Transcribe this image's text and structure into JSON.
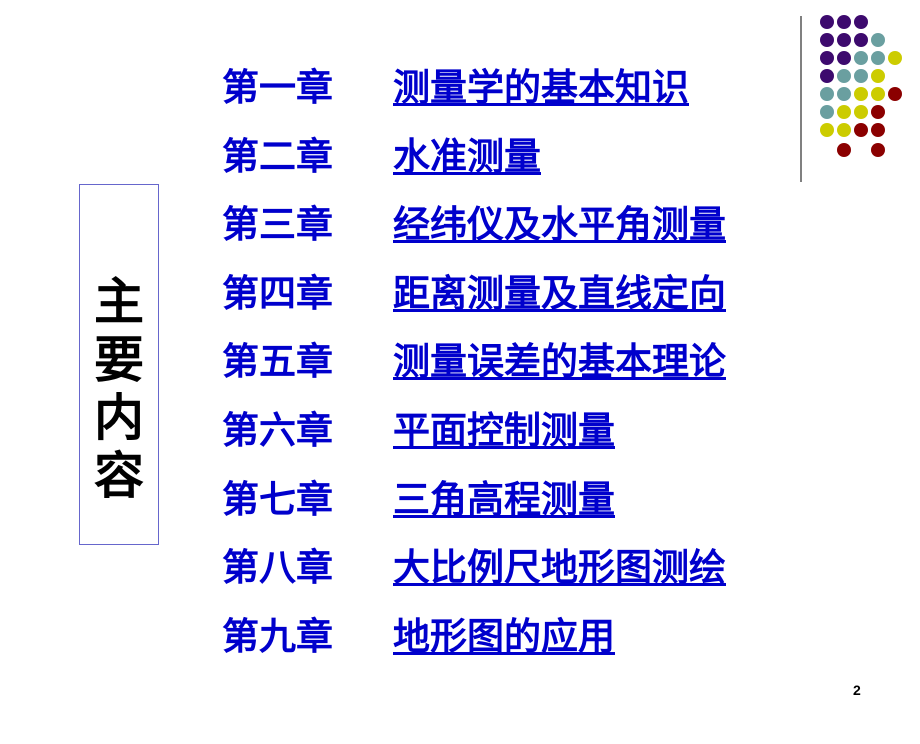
{
  "slide": {
    "side_title_chars": [
      "主",
      "要",
      "内",
      "容"
    ],
    "page_number": "2",
    "colors": {
      "link": "#0000cc",
      "side_box_border": "#6666cc",
      "divider": "#808080",
      "dot_purple": "#3d0a6e",
      "dot_teal": "#6a9fa0",
      "dot_yellow": "#cccc00",
      "dot_red": "#8b0000"
    }
  },
  "toc": {
    "items": [
      {
        "chapter": "第一章",
        "title": "测量学的基本知识"
      },
      {
        "chapter": "第二章",
        "title": "水准测量"
      },
      {
        "chapter": "第三章",
        "title": "经纬仪及水平角测量"
      },
      {
        "chapter": "第四章",
        "title": "距离测量及直线定向"
      },
      {
        "chapter": "第五章",
        "title": "测量误差的基本理论"
      },
      {
        "chapter": "第六章",
        "title": "平面控制测量"
      },
      {
        "chapter": "第七章",
        "title": "三角高程测量"
      },
      {
        "chapter": "第八章",
        "title": "大比例尺地形图测绘"
      },
      {
        "chapter": "第九章",
        "title": "地形图的应用"
      }
    ]
  },
  "decoration": {
    "dot_grid": [
      [
        "P",
        "P",
        "P",
        "",
        ""
      ],
      [
        "P",
        "P",
        "P",
        "T",
        ""
      ],
      [
        "P",
        "P",
        "T",
        "T",
        "Y"
      ],
      [
        "P",
        "T",
        "T",
        "Y",
        ""
      ],
      [
        "T",
        "T",
        "Y",
        "Y",
        "R"
      ],
      [
        "T",
        "Y",
        "Y",
        "R",
        ""
      ],
      [
        "Y",
        "Y",
        "R",
        "R",
        ""
      ],
      [
        "",
        "R",
        "",
        "R",
        ""
      ]
    ]
  }
}
